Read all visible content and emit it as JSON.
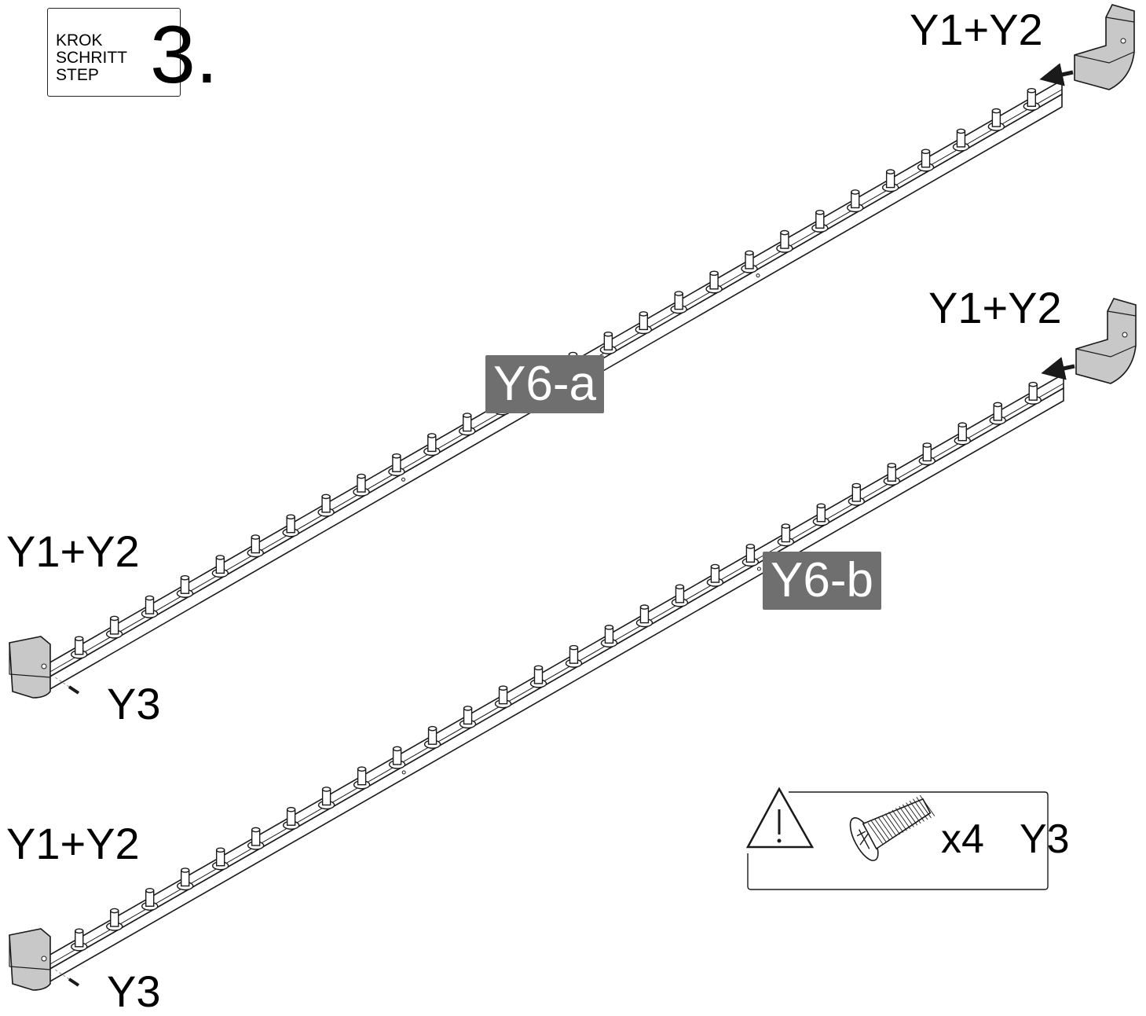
{
  "step": {
    "words": [
      "KROK",
      "SCHRITT",
      "STEP"
    ],
    "number": "3."
  },
  "labels": {
    "cap_label": "Y1+Y2",
    "screw_label": "Y3",
    "rail_a": "Y6-a",
    "rail_b": "Y6-b"
  },
  "hardware": {
    "warning_icon": "warning-triangle-icon",
    "screw_icon": "countersunk-screw-icon",
    "quantity": "x4",
    "part": "Y3"
  },
  "colors": {
    "line": "#1a1a1a",
    "rail_fill": "#ffffff",
    "cap_fill": "#c8c8c8",
    "tag_fill": "#6f6f6f"
  }
}
